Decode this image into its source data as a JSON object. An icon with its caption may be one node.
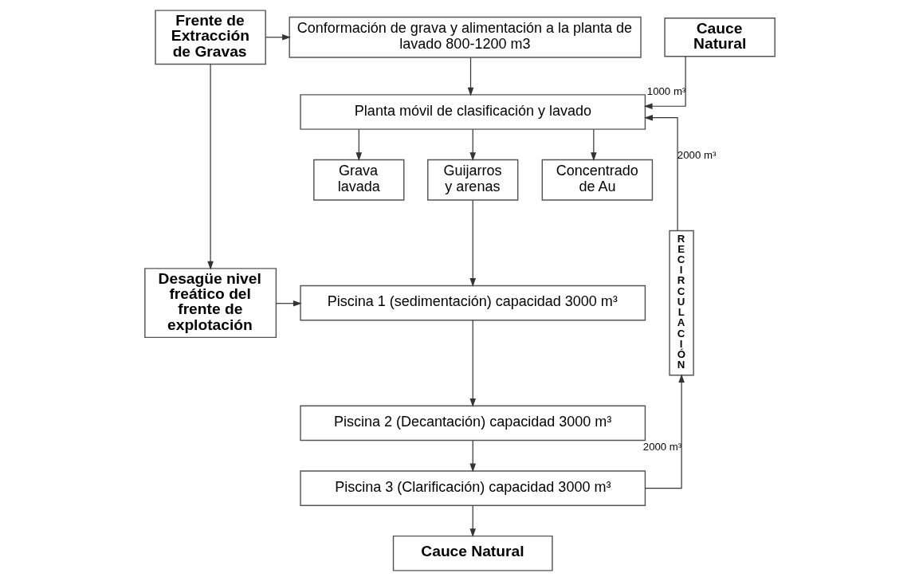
{
  "diagram": {
    "nodes": [
      {
        "text": [
          "Frente de Extracción de Gravas"
        ]
      },
      {
        "text": [
          "Conformación de grava y alimentación a la planta de lavado 800-1200 m3"
        ]
      },
      {
        "text": [
          "Cauce Natural"
        ]
      },
      {
        "text": [
          "Planta móvil de clasificación y lavado"
        ]
      },
      {
        "text": [
          "RECIRCULACIÓN"
        ]
      },
      {
        "text": [
          "Grava lavada"
        ]
      },
      {
        "text": [
          "Guijarros y arenas"
        ]
      },
      {
        "text": [
          "Concentrado de Au"
        ]
      },
      {
        "text": [
          "Desagüe nivel freático del frente de explotación"
        ]
      },
      {
        "text": [
          "Piscina 1 (sedimentación) capacidad 3000 m³"
        ]
      },
      {
        "text": [
          "Piscina 2 (Decantación) capacidad 3000 m³"
        ]
      },
      {
        "text": [
          "Piscina 3 (Clarificación) capacidad 3000 m³"
        ]
      },
      {
        "text": [
          "Cauce Natural"
        ]
      }
    ],
    "edges": [
      {
        "from": 0,
        "to": 1,
        "arrow": "to"
      },
      {
        "from": 0,
        "to": 8,
        "arrow": "to"
      },
      {
        "from": 1,
        "to": 3,
        "arrow": "to"
      },
      {
        "from": 2,
        "to": 3,
        "arrow": "to",
        "label": "1000 m³"
      },
      {
        "from": 4,
        "to": 3,
        "arrow": "to",
        "label": "2000 m³"
      },
      {
        "from": 3,
        "to": 5,
        "arrow": "to"
      },
      {
        "from": 3,
        "to": 6,
        "arrow": "to"
      },
      {
        "from": 3,
        "to": 7,
        "arrow": "to"
      },
      {
        "from": 6,
        "to": 9,
        "arrow": "to"
      },
      {
        "from": 8,
        "to": 9,
        "arrow": "to"
      },
      {
        "from": 9,
        "to": 10,
        "arrow": "to"
      },
      {
        "from": 10,
        "to": 11,
        "arrow": "to"
      },
      {
        "from": 11,
        "to": 12,
        "arrow": "to"
      },
      {
        "from": 11,
        "to": 4,
        "arrow": "to",
        "label": "2000 m³"
      }
    ]
  }
}
